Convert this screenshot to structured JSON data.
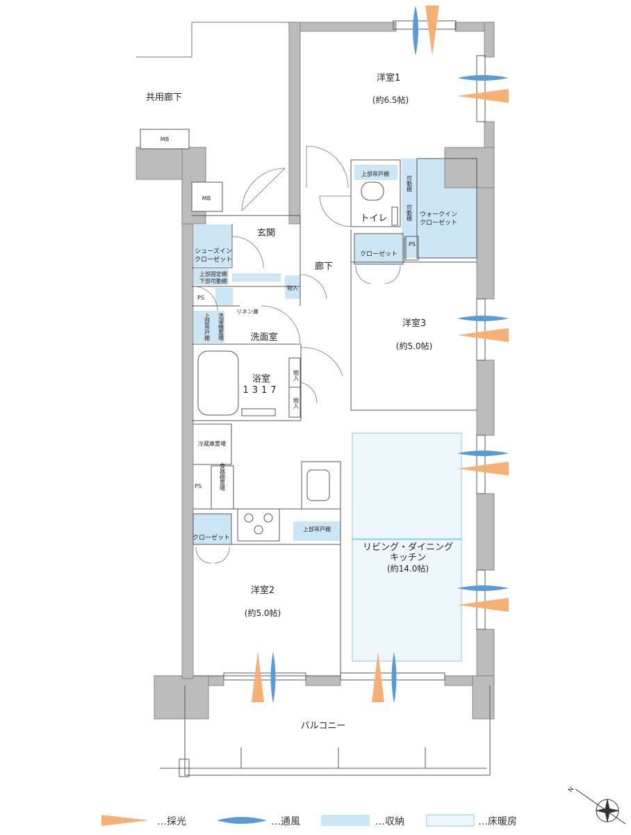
{
  "labels": {
    "common_corridor": "共用廊下",
    "mb_1": "MB",
    "mb_2": "MB",
    "entrance": "玄関",
    "corridor": "廊下",
    "shoe_closet_l1": "シューズイン",
    "shoe_closet_l2": "クローゼット",
    "upper_fixed_l1": "上部固定棚",
    "upper_fixed_l2": "下部可動棚",
    "ps_1": "PS",
    "ps_2": "PS",
    "ps_3": "PS",
    "storage_1": "物入",
    "storage_2": "物入",
    "storage_3": "物入",
    "linen": "リネン庫",
    "washer": "洗濯機置場",
    "upper_cabinet_small": "上部吊戸棚",
    "washroom": "洗面室",
    "bath": "浴室",
    "bath_size": "1317",
    "toilet": "トイレ",
    "upper_cabinet_toilet": "上部吊戸棚",
    "movable_shelf_1": "可動棚",
    "movable_shelf_2": "可動棚",
    "wic_l1": "ウォークイン",
    "wic_l2": "クローゼット",
    "closet_3": "クローゼット",
    "closet_2": "クローゼット",
    "fridge": "冷蔵庫置場",
    "dish_washer": "食器棚置場",
    "kitchen_upper": "上部吊戸棚",
    "room1": "洋室1",
    "room1_size": "(約6.5帖)",
    "room2": "洋室2",
    "room2_size": "(約5.0帖)",
    "room3": "洋室3",
    "room3_size": "(約5.0帖)",
    "ldk_l1": "リビング・ダイニング",
    "ldk_l2": "キッチン",
    "ldk_size": "(約14.0帖)",
    "balcony": "バルコニー",
    "compass_n": "N"
  },
  "legend": [
    {
      "key": "light",
      "text": "…採光",
      "color": "#f7b074"
    },
    {
      "key": "wind",
      "text": "…通風",
      "color": "#5b9bd5"
    },
    {
      "key": "storage",
      "text": "…収納",
      "color": "#cde6f5"
    },
    {
      "key": "floor_heating",
      "text": "…床暖房",
      "color": "#eef7fb"
    }
  ],
  "colors": {
    "wall": "#bcbcbc",
    "line": "#555555",
    "storage": "#cde6f5",
    "floor_heating": "#eef7fb",
    "heating_border": "#8ccbe0",
    "light": "#f7b074",
    "wind": "#5b9bd5"
  }
}
